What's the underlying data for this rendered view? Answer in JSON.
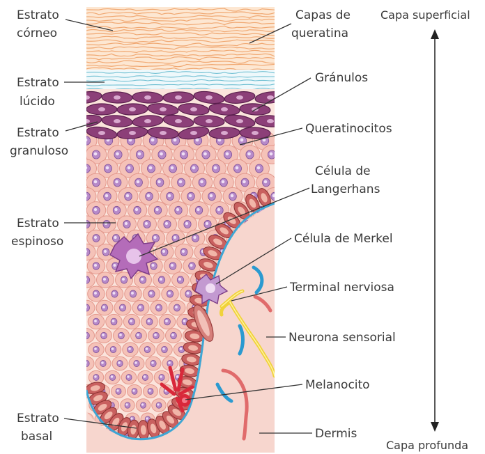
{
  "labels_left": {
    "corneo": [
      "Estrato",
      "córneo"
    ],
    "lucido": [
      "Estrato",
      "lúcido"
    ],
    "granuloso": [
      "Estrato",
      "granuloso"
    ],
    "espinoso": [
      "Estrato",
      "espinoso"
    ],
    "basal": [
      "Estrato",
      "basal"
    ]
  },
  "labels_right": {
    "queratina": [
      "Capas de",
      "queratina"
    ],
    "granulos": "Gránulos",
    "queratinocitos": "Queratinocitos",
    "langerhans": [
      "Célula de",
      "Langerhans"
    ],
    "merkel": "Célula de Merkel",
    "terminal": "Terminal nerviosa",
    "neurona": "Neurona sensorial",
    "melanocito": "Melanocito",
    "dermis": "Dermis"
  },
  "depth_axis": {
    "top": "Capa superficial",
    "bottom": "Capa profunda"
  },
  "colors": {
    "keratin": "#f3b88a",
    "lucid": "#7fc9d8",
    "granular": "#8c3f78",
    "spinous_cell": "#f5c2b8",
    "nucleus": "#b78ac9",
    "basal_cell": "#c9605f",
    "dermis": "#f7d6ce",
    "basement": "#3ea6d4",
    "nerve": "#f0d23a",
    "melanocyte": "#d9283a"
  }
}
